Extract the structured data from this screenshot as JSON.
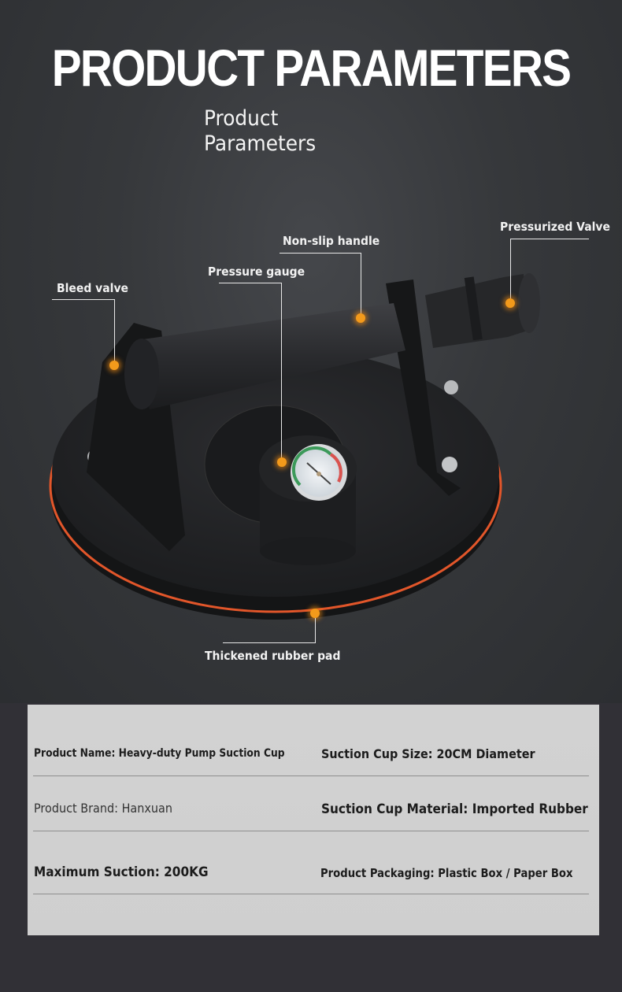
{
  "header": {
    "title": "PRODUCT PARAMETERS",
    "subtitle_line1": "Product",
    "subtitle_line2": "Parameters"
  },
  "callouts": [
    {
      "id": "bleed-valve",
      "label": "Bleed valve"
    },
    {
      "id": "pressure-gauge",
      "label": "Pressure gauge"
    },
    {
      "id": "non-slip-handle",
      "label": "Non-slip handle"
    },
    {
      "id": "pressurized-valve",
      "label": "Pressurized Valve"
    },
    {
      "id": "thickened-rubber-pad",
      "label": "Thickened rubber pad"
    }
  ],
  "colors": {
    "background": "#313036",
    "accent_dot": "#f39a1b",
    "rubber_stripe": "#e2562a",
    "table_bg": "#d0d0d0"
  },
  "specs": {
    "rows": [
      {
        "left": "Product Name: Heavy-duty Pump Suction Cup",
        "right": "Suction Cup Size: 20CM Diameter"
      },
      {
        "left": "Product Brand: Hanxuan",
        "right": "Suction Cup Material: Imported Rubber"
      },
      {
        "left": "Maximum Suction: 200KG",
        "right": "Product Packaging: Plastic Box / Paper Box"
      }
    ]
  }
}
